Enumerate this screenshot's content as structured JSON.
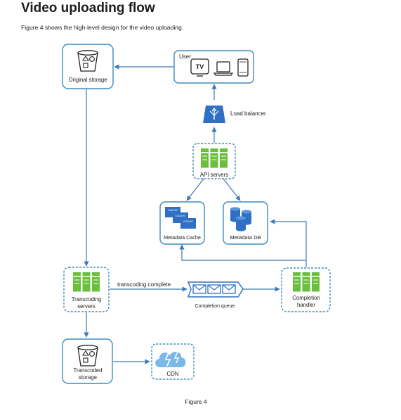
{
  "page": {
    "title": "Video uploading flow",
    "intro": "Figure 4 shows the high-level design for the video uploading.",
    "caption": "Figure 4"
  },
  "nodes": {
    "original_storage": "Original storage",
    "user": "User",
    "tv_label": "TV",
    "load_balancer": "Load balancer",
    "api_servers": "API servers",
    "metadata_cache": "Metadata Cache",
    "metadata_db": "Metadata DB",
    "transcoding_servers_1": "Transcoding",
    "transcoding_servers_2": "servers",
    "completion_queue": "Completion queue",
    "completion_handler_1": "Completion",
    "completion_handler_2": "handler",
    "transcoded_storage_1": "Transcoded",
    "transcoded_storage_2": "storage",
    "cdn": "CDN",
    "cache_tag": "CACHE"
  },
  "edges": {
    "transcoding_complete": "transcoding complete"
  },
  "colors": {
    "box_border": "#3d8bc0",
    "arrow": "#3f7ab5",
    "server_green": "#6abf3d",
    "blue_icon": "#2f6fc6",
    "cdn_cloud": "#7ab8e6"
  },
  "icons": [
    "bucket-icon",
    "tv-icon",
    "laptop-icon",
    "phone-icon",
    "load-balancer-icon",
    "server-icon",
    "cache-icon",
    "database-icon",
    "queue-icon",
    "cloud-icon"
  ]
}
